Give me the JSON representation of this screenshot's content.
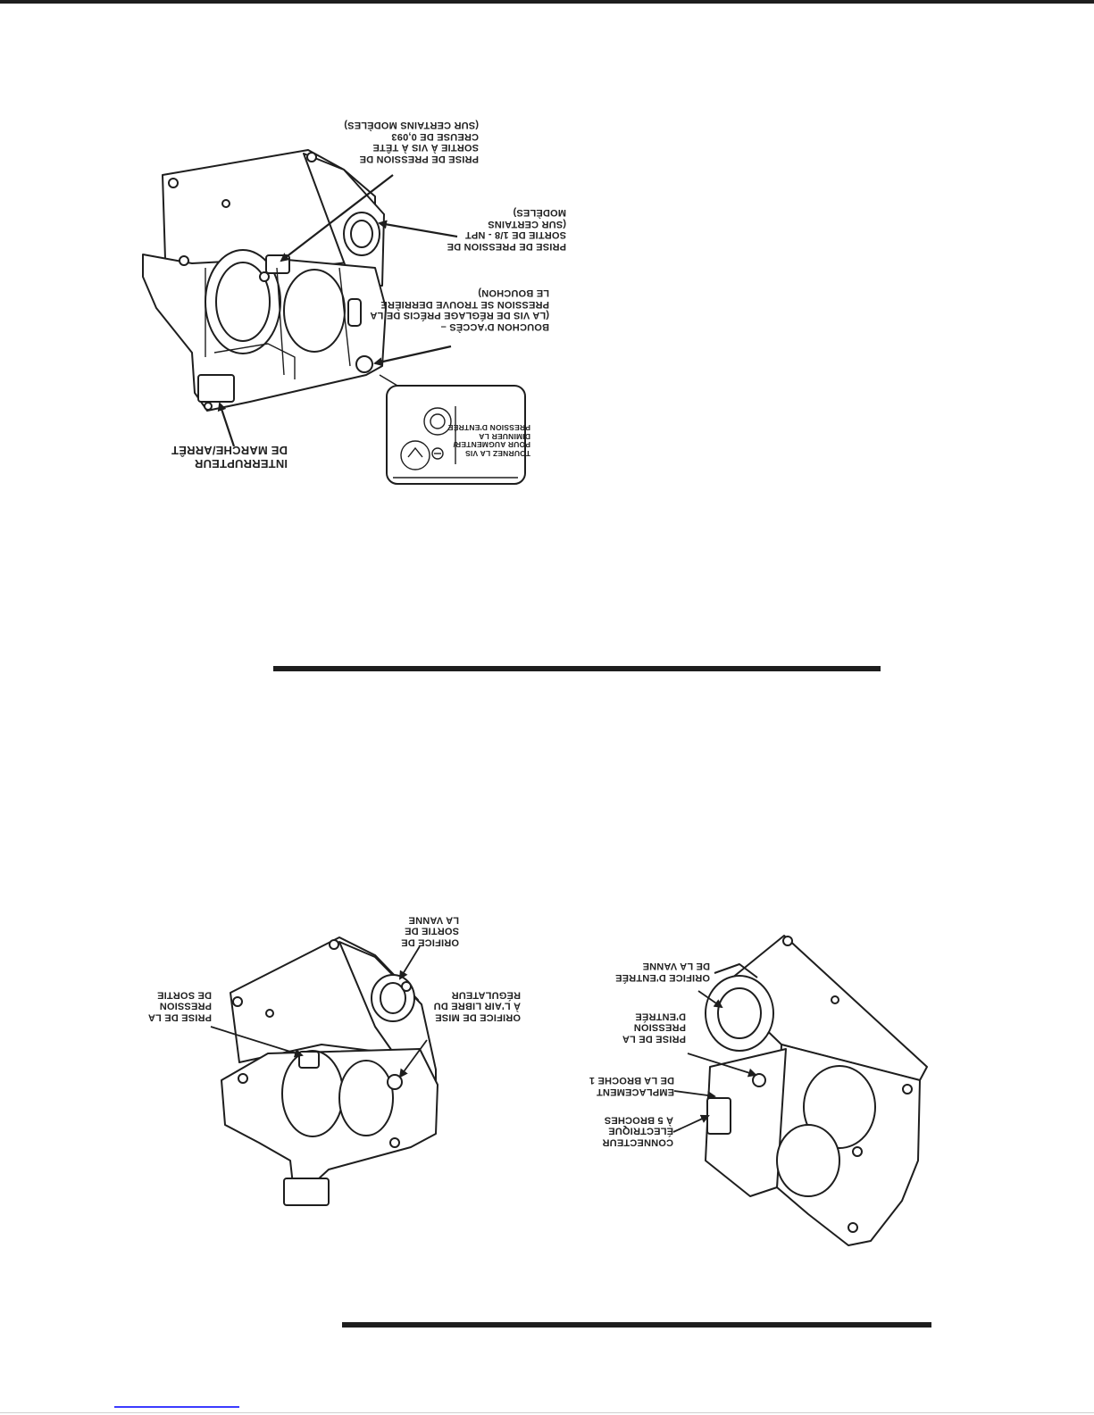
{
  "figure_top": {
    "callouts": {
      "outlet_tap_screw": "PRISE DE PRESSION DE\nSORTIE À VIS À TÊTE\nCREUSE DE 0,093\n(SUR CERTAINS MODÈLES)",
      "outlet_tap_npt": "PRISE DE PRESSION DE\nSORTIE DE 1/8 - NPT\n(SUR CERTAINS\nMODÈLES)",
      "access_cap": "BOUCHON D'ACCÈS –\n(LA VIS DE RÉGLAGE PRÉCIS DE LA\nPRESSION SE TROUVE DERRIÈRE\nLE BOUCHON)",
      "switch": "INTERRUPTEUR\nDE MARCHE/ARRÊT",
      "inset_instruction": "TOURNEZ LA VIS\nPOUR AUGMENTER/\nDIMINUER LA\nPRESSION D'ENTRÉE"
    }
  },
  "figure_bottom_left": {
    "callouts": {
      "outlet_pressure_tap": "PRISE DE LA\nPRESSION\nDE SORTIE",
      "valve_outlet": "ORIFICE DE\nSORTIE DE\nLA VANNE",
      "regulator_vent": "ORIFICE DE MISE\nÀ L'AIR LIBRE DU\nRÉGULATEUR"
    }
  },
  "figure_bottom_right": {
    "callouts": {
      "valve_inlet": "ORIFICE D'ENTRÉE\nDE LA VANNE",
      "inlet_pressure_tap": "PRISE DE LA\nPRESSION\nD'ENTRÉE",
      "pin1_location": "EMPLACEMENT\nDE LA BROCHE 1",
      "connector": "CONNECTEUR\nÉLECTRIQUE\nÀ 5 BROCHES"
    }
  },
  "colors": {
    "ink": "#1e1e1e",
    "link": "#3b3bff"
  }
}
